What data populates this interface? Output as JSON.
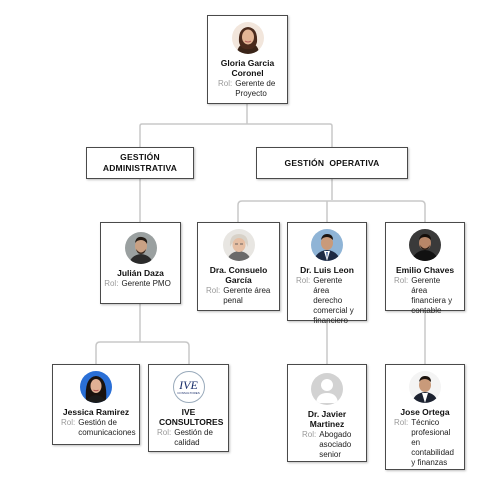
{
  "role_prefix": "Rol:",
  "root": {
    "name": "Gloria Garcia Coronel",
    "role": "Gerente de Proyecto"
  },
  "departments": {
    "admin": "GESTIÓN ADMINISTRATIVA",
    "operativa": "GESTIÓN  OPERATIVA"
  },
  "people": {
    "julian": {
      "name": "Julián Daza",
      "role": "Gerente PMO"
    },
    "jessica": {
      "name": "Jessica Ramirez",
      "role": "Gestión de comunicaciones"
    },
    "ive": {
      "name": "IVE CONSULTORES",
      "role": "Gestión de calidad",
      "logo_text": "IVE",
      "logo_subtext": "CONSULTORES"
    },
    "consuelo": {
      "name": "Dra. Consuelo García",
      "role": "Gerente área penal"
    },
    "luis": {
      "name": "Dr. Luis Leon",
      "role": "Gerente área derecho comercial y financiero"
    },
    "emilio": {
      "name": "Emilio Chaves",
      "role": "Gerente área financiera y contable"
    },
    "javier": {
      "name": "Dr. Javier Martinez",
      "role": "Abogado asociado senior"
    },
    "jose": {
      "name": "Jose Ortega",
      "role": "Técnico profesional en contabilidad y finanzas"
    }
  },
  "colors": {
    "connector": "#c8c8c8",
    "card_border": "#4a4a4a",
    "role_label": "#9a9a9a"
  }
}
